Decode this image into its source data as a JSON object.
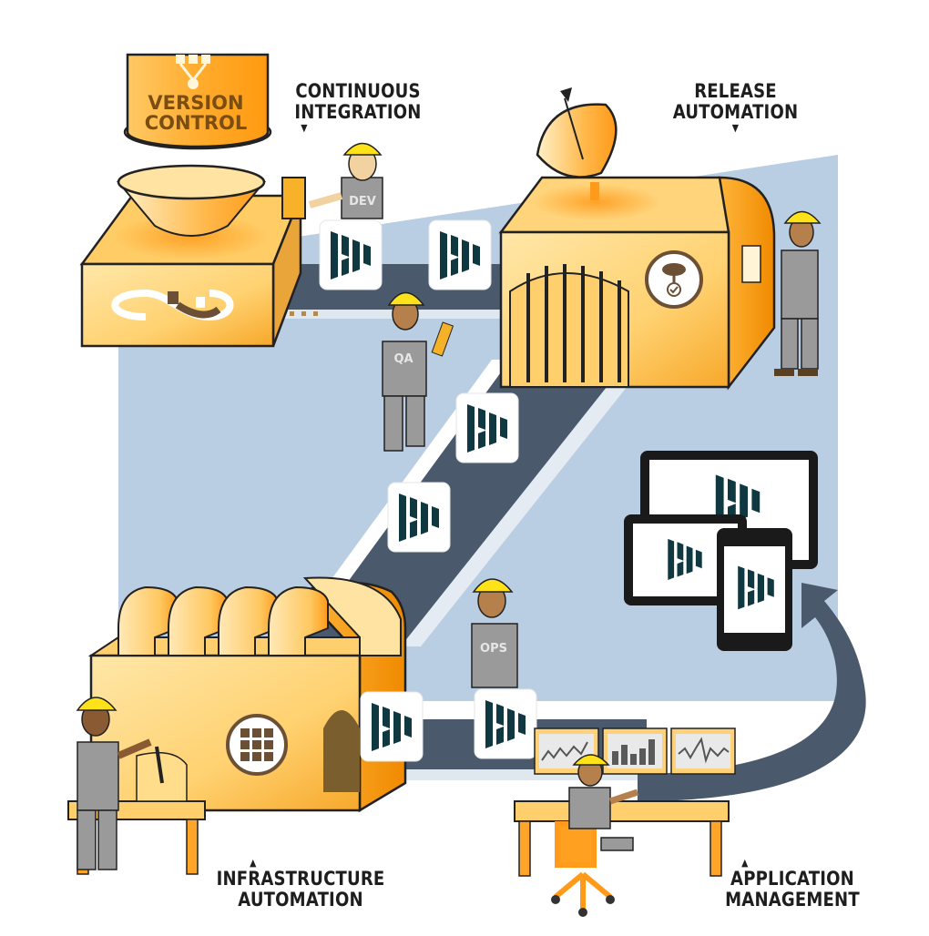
{
  "diagram": {
    "title": "DevOps delivery pipeline",
    "stages": [
      {
        "id": "version-control",
        "label": "VERSION CONTROL",
        "lines": [
          "VERSION",
          "CONTROL"
        ]
      },
      {
        "id": "continuous-integration",
        "label": "CONTINUOUS INTEGRATION",
        "lines": [
          "CONTINUOUS",
          "INTEGRATION"
        ],
        "pointer": "▼"
      },
      {
        "id": "release-automation",
        "label": "RELEASE AUTOMATION",
        "lines": [
          "RELEASE",
          "AUTOMATION"
        ],
        "pointer": "▼"
      },
      {
        "id": "infrastructure-automation",
        "label": "INFRASTRUCTURE AUTOMATION",
        "lines": [
          "INFRASTRUCTURE",
          "AUTOMATION"
        ],
        "pointer": "▲"
      },
      {
        "id": "application-management",
        "label": "APPLICATION MANAGEMENT",
        "lines": [
          "APPLICATION",
          "MANAGEMENT"
        ],
        "pointer": "▲"
      }
    ],
    "workers": [
      {
        "role": "DEV",
        "badge": "DEV"
      },
      {
        "role": "QA",
        "badge": "QA"
      },
      {
        "role": "OPS",
        "badge": "OPS"
      },
      {
        "role": "release-operator",
        "badge": ""
      },
      {
        "role": "infrastructure-operator",
        "badge": ""
      },
      {
        "role": "monitor-operator",
        "badge": ""
      }
    ],
    "package_icon": "dashlane-logo-icon",
    "package_count_on_belt": 6,
    "devices": [
      "monitor",
      "tablet",
      "phone"
    ],
    "monitor_charts": [
      "line-chart-icon",
      "bar-chart-icon",
      "pulse-chart-icon"
    ],
    "machine_icons": {
      "continuous-integration": "infinity-plug-icon",
      "release-automation": "cloud-deploy-cycle-icon",
      "infrastructure-automation": "grid-cycle-icon",
      "version-control": "branch-tree-icon"
    },
    "colors": {
      "background_panel": "#b9cde3",
      "belt": "#4a5a6c",
      "machine_light": "#ffd982",
      "machine_dark": "#f5a623",
      "machine_orange": "#ff9a1a",
      "logo": "#0f3840",
      "helmet": "#ffe21a",
      "apron": "#9a9a9a",
      "arrow": "#4a5a6c",
      "label_text": "#1e1e1e"
    }
  }
}
